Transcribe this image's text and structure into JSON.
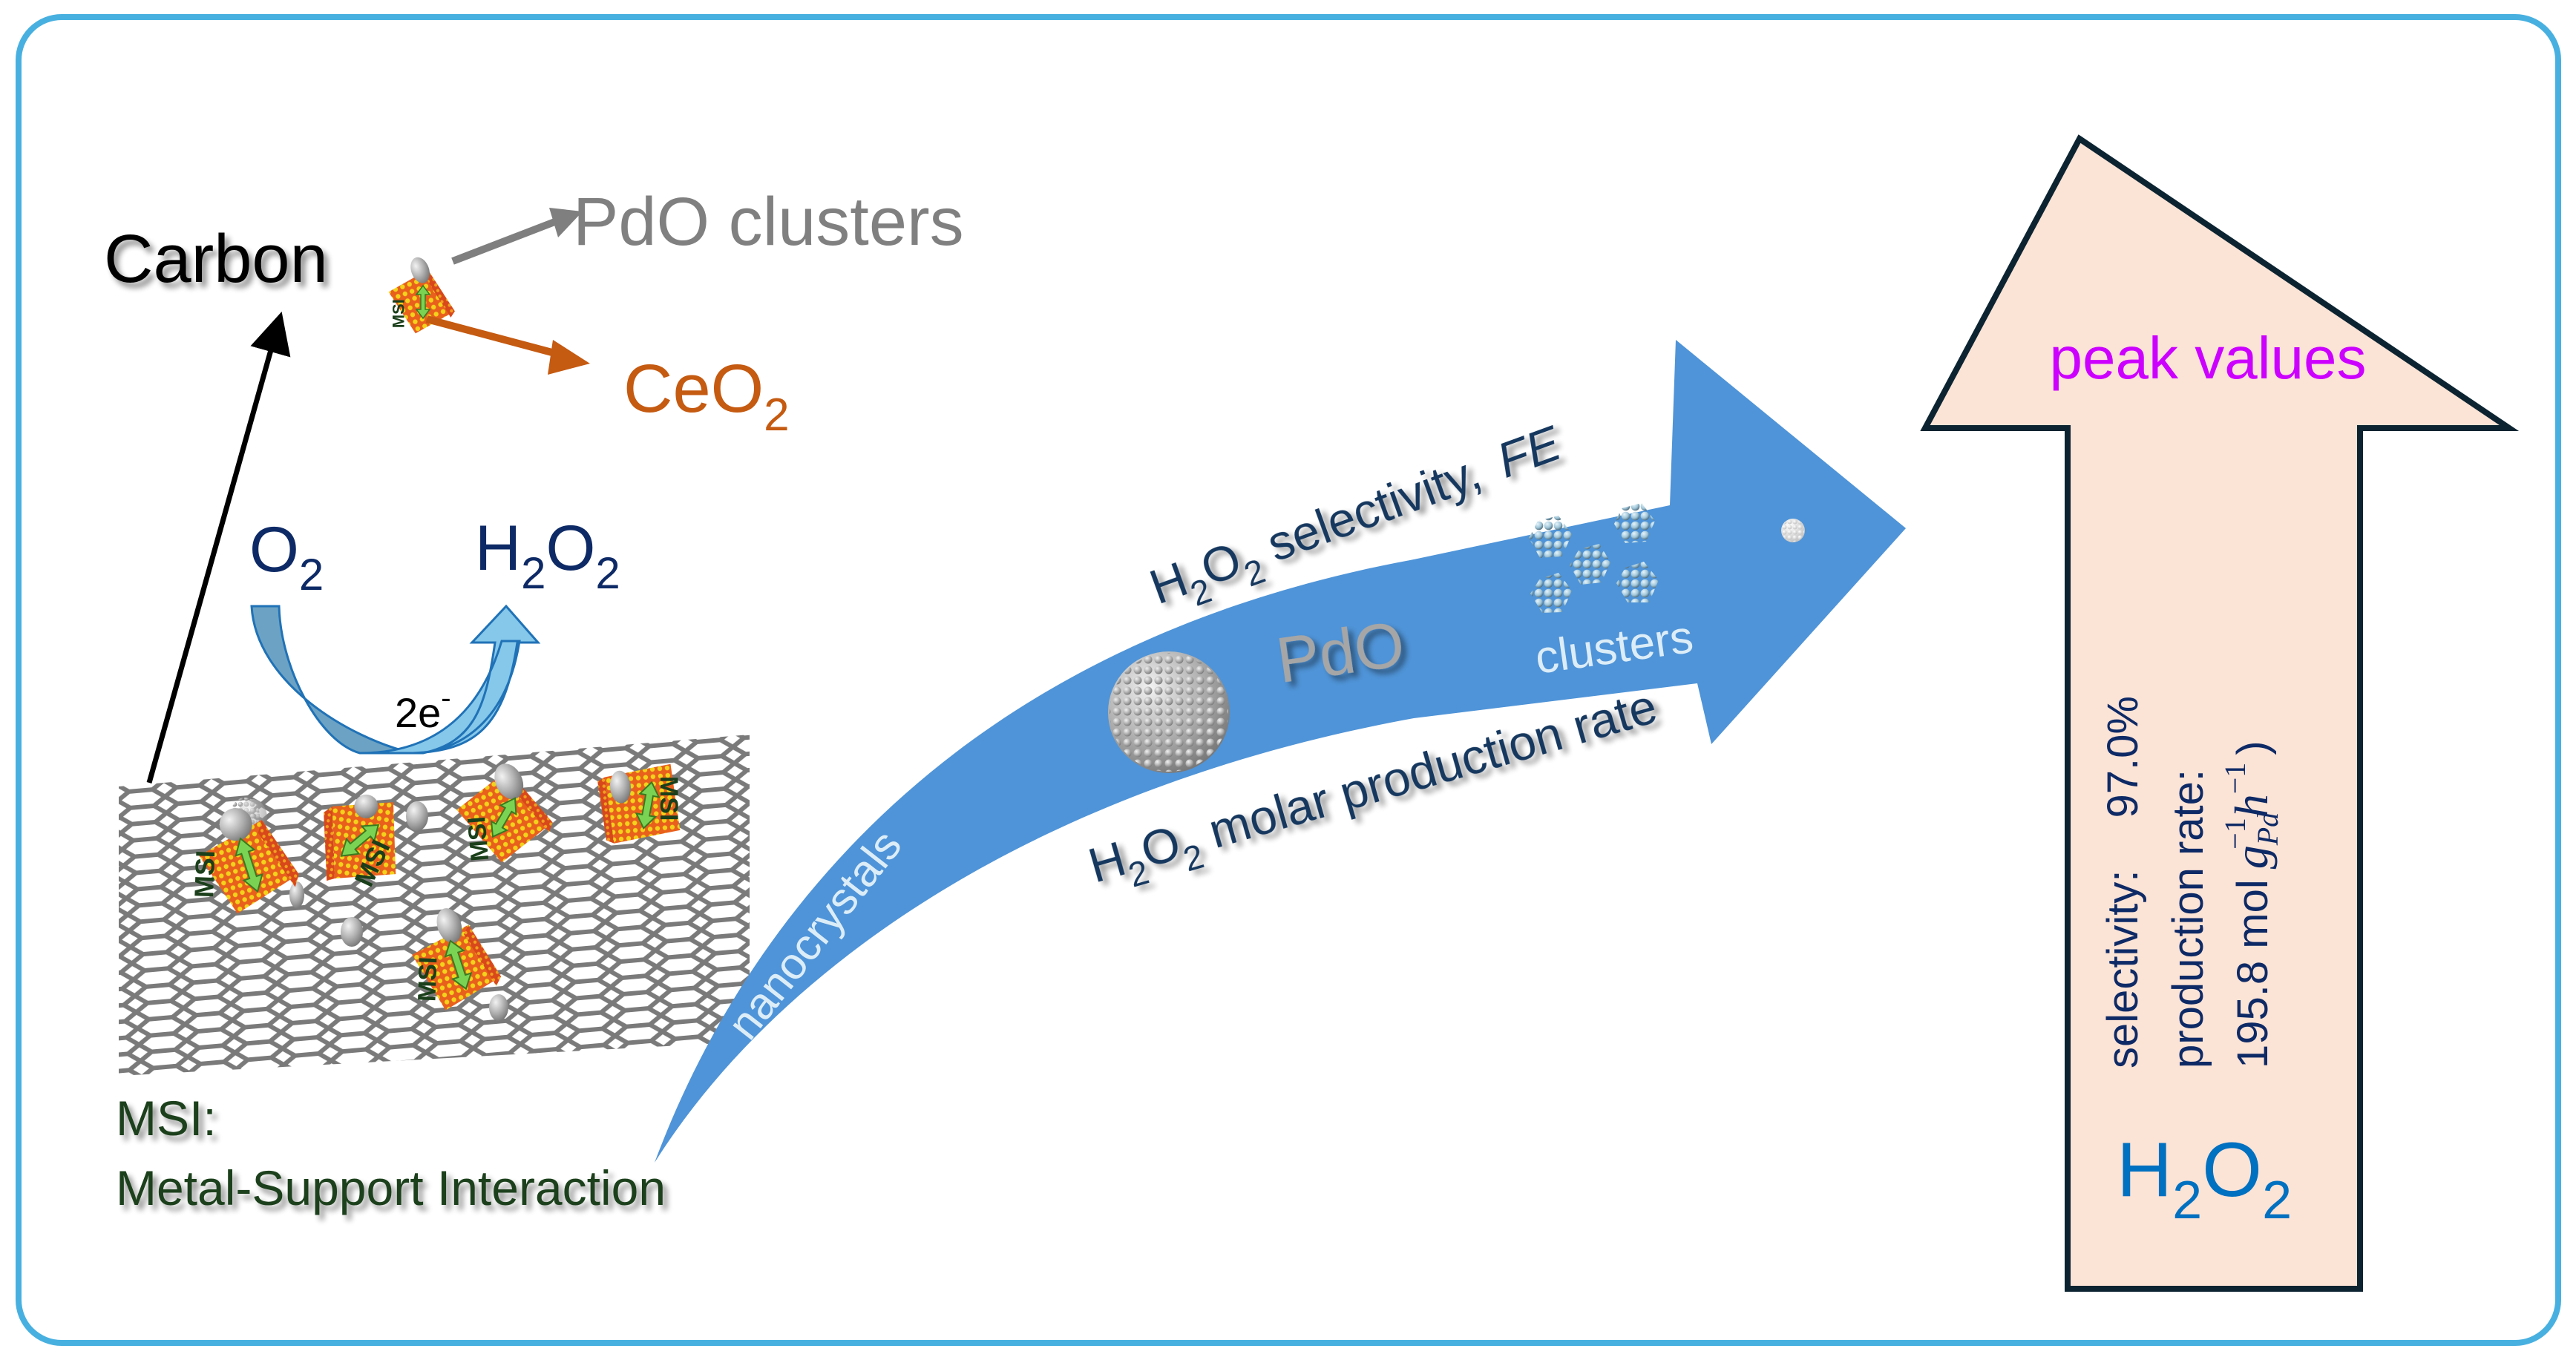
{
  "colors": {
    "frame": "#48b0e0",
    "main_arrow": "#4f94d8",
    "peak_arrow_fill": "#fbe3d6",
    "peak_arrow_stroke": "#0c2431",
    "navy": "#0e2a66",
    "dark_blue_text": "#17375e",
    "gray_text": "#808080",
    "ceo2_orange": "#c55a11",
    "msi_green": "#1a3f1a",
    "magenta": "#cc00ff",
    "h2o2_blue": "#0070c0",
    "light_text": "#dcedf8",
    "graphene": "#7a7a7a",
    "cube_orange": "#e8601c",
    "cube_yellow": "#f2d21b"
  },
  "left_panel": {
    "carbon_label": "Carbon",
    "pdo_clusters_label": "PdO clusters",
    "ceo2_label": "CeO",
    "ceo2_sub": "2",
    "reaction": {
      "reactant": "O",
      "reactant_sub": "2",
      "product_h": "H",
      "product_sub1": "2",
      "product_o": "O",
      "product_sub2": "2",
      "electrons": "2e",
      "electrons_sup": "-"
    },
    "msi_tag": "MSI",
    "msi_title": "MSI:",
    "msi_full": "Metal-Support Interaction"
  },
  "main_arrow": {
    "top_label_h": "H",
    "top_label_sub1": "2",
    "top_label_o": "O",
    "top_label_sub2": "2",
    "top_label_rest": " selectivity,",
    "top_label_fe": "FE",
    "middle_pdo": "PdO",
    "middle_clusters": "clusters",
    "tail_nanocrystals": "nanocrystals",
    "bottom_label_h": "H",
    "bottom_label_sub1": "2",
    "bottom_label_o": "O",
    "bottom_label_sub2": "2",
    "bottom_label_rest": " molar production rate"
  },
  "peak_arrow": {
    "title": "peak values",
    "selectivity_label": "selectivity:",
    "selectivity_value": "97.0%",
    "production_label": "production rate:",
    "production_value": "195.8 mol",
    "unit_g": "g",
    "unit_g_sub": "Pd",
    "unit_g_sup": "−1",
    "unit_h": "h",
    "unit_h_sup": "−1",
    "unit_close": ")",
    "product_h": "H",
    "product_sub1": "2",
    "product_o": "O",
    "product_sub2": "2"
  }
}
